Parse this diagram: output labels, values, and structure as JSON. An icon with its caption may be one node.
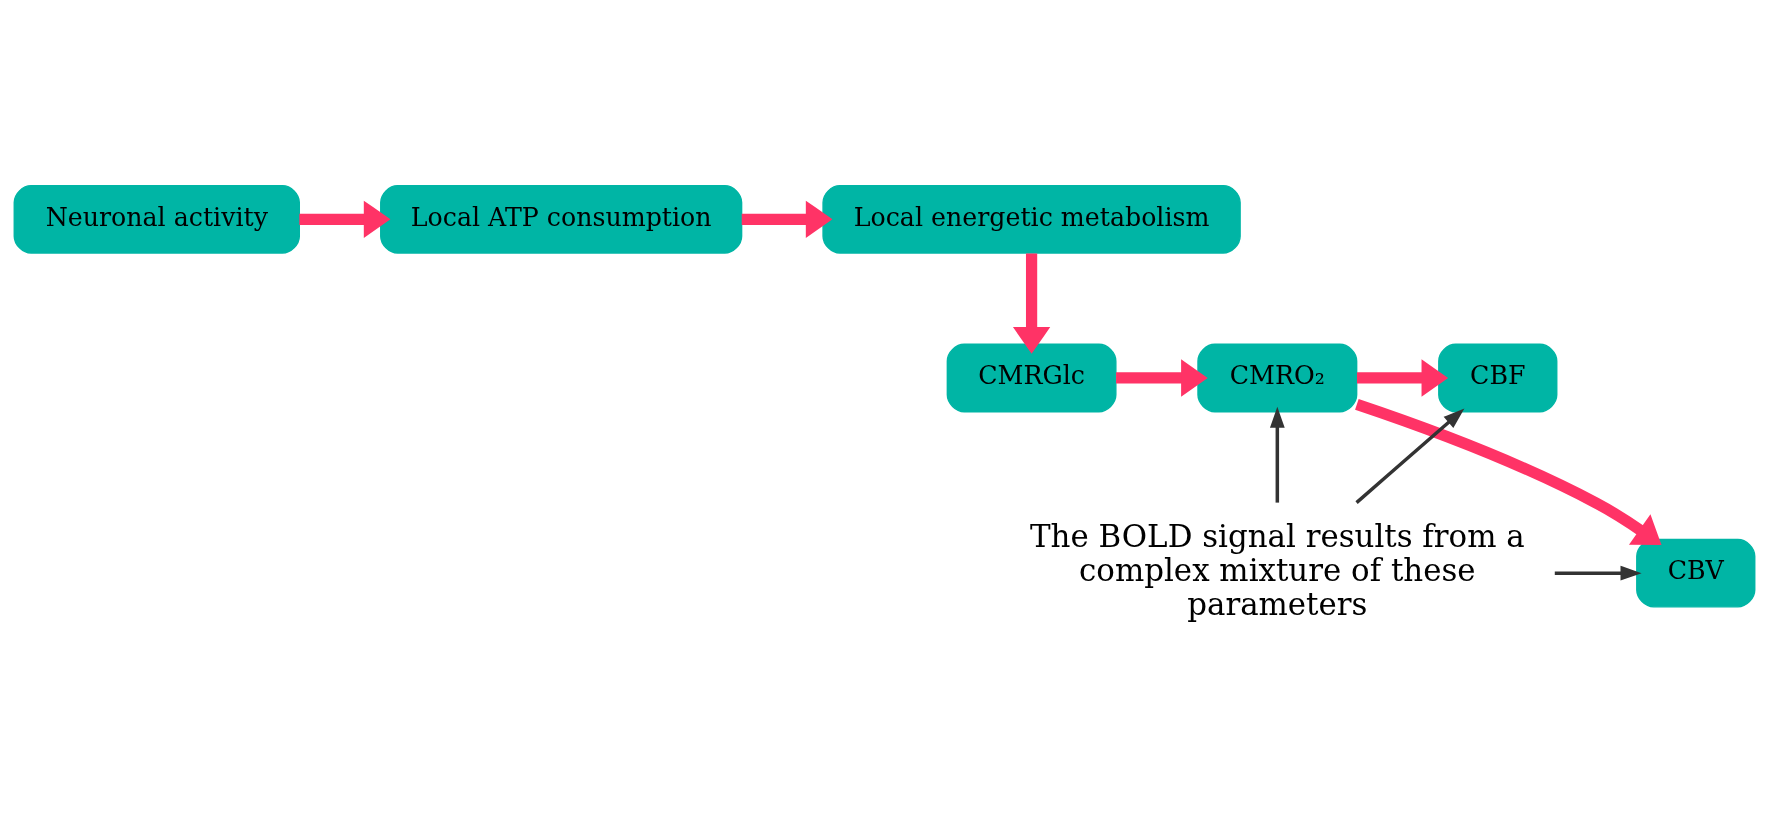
{
  "diagram": {
    "nodes": [
      {
        "text": [
          "Neuronal activity"
        ]
      },
      {
        "text": [
          "Local ATP consumption"
        ]
      },
      {
        "text": [
          "Local energetic metabolism"
        ]
      },
      {
        "text": [
          "CMRGlc"
        ]
      },
      {
        "text": [
          "CMRO₂"
        ]
      },
      {
        "text": [
          "CBF"
        ]
      },
      {
        "text": [
          "CBV"
        ]
      },
      {
        "text": [
          "The BOLD signal results from a complex mixture of these parameters"
        ]
      }
    ],
    "edges": [
      {
        "from": 0,
        "to": 1,
        "arrow": "to"
      },
      {
        "from": 1,
        "to": 2,
        "arrow": "to"
      },
      {
        "from": 2,
        "to": 3,
        "arrow": "to"
      },
      {
        "from": 3,
        "to": 4,
        "arrow": "to"
      },
      {
        "from": 4,
        "to": 5,
        "arrow": "to"
      },
      {
        "from": 4,
        "to": 6,
        "arrow": "to"
      },
      {
        "from": 7,
        "to": 5,
        "arrow": "to",
        "color": "#333333"
      },
      {
        "from": 7,
        "to": 6,
        "arrow": "to",
        "color": "#333333"
      },
      {
        "from": 7,
        "to": 4,
        "arrow": "to",
        "color": "#333333"
      }
    ]
  }
}
